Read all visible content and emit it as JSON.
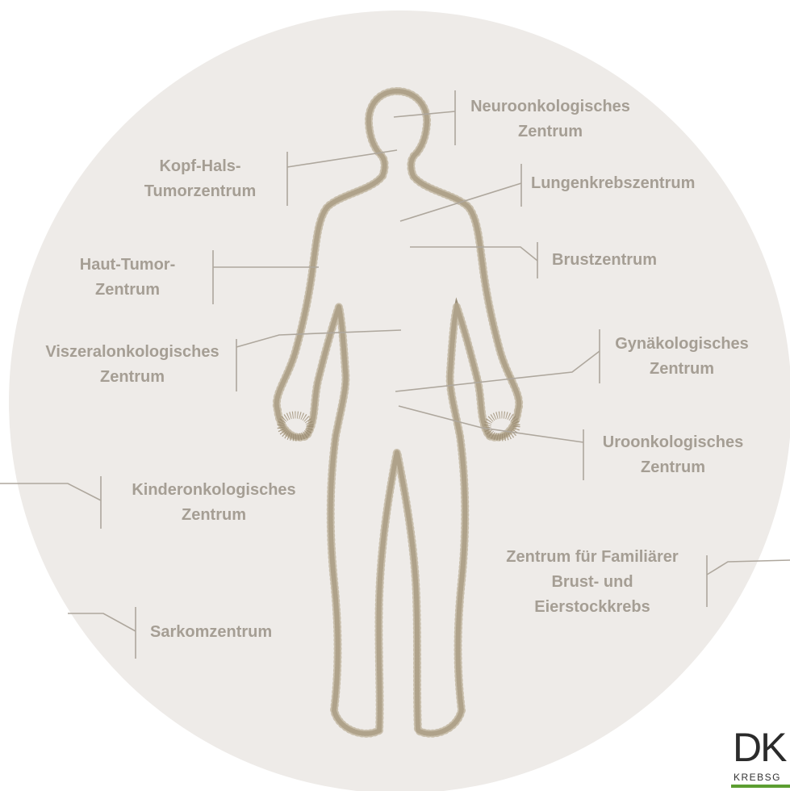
{
  "labels": {
    "neuro": [
      "Neuroonkologisches",
      "Zentrum"
    ],
    "kopf": [
      "Kopf-Hals-",
      "Tumorzentrum"
    ],
    "lunge": "Lungenkrebszentrum",
    "brust": "Brustzentrum",
    "haut": [
      "Haut-Tumor-",
      "Zentrum"
    ],
    "viszeral": [
      "Viszeralonkologisches",
      "Zentrum"
    ],
    "gyn": [
      "Gynäkologisches",
      "Zentrum"
    ],
    "uro": [
      "Uroonkologisches",
      "Zentrum"
    ],
    "kinder": [
      "Kinderonkologisches",
      "Zentrum"
    ],
    "familiaer": [
      "Zentrum für Familiärer",
      "Brust- und",
      "Eierstockkrebs"
    ],
    "sarkom": "Sarkomzentrum"
  },
  "logo": {
    "mark": "DK",
    "subtitle": "KREBSG"
  },
  "colors": {
    "circle": "#eeebe8",
    "label": "#a59e94",
    "leader": "#aea79d",
    "body_outline": "#8a7c64",
    "logo_green": "#5c9e31"
  }
}
